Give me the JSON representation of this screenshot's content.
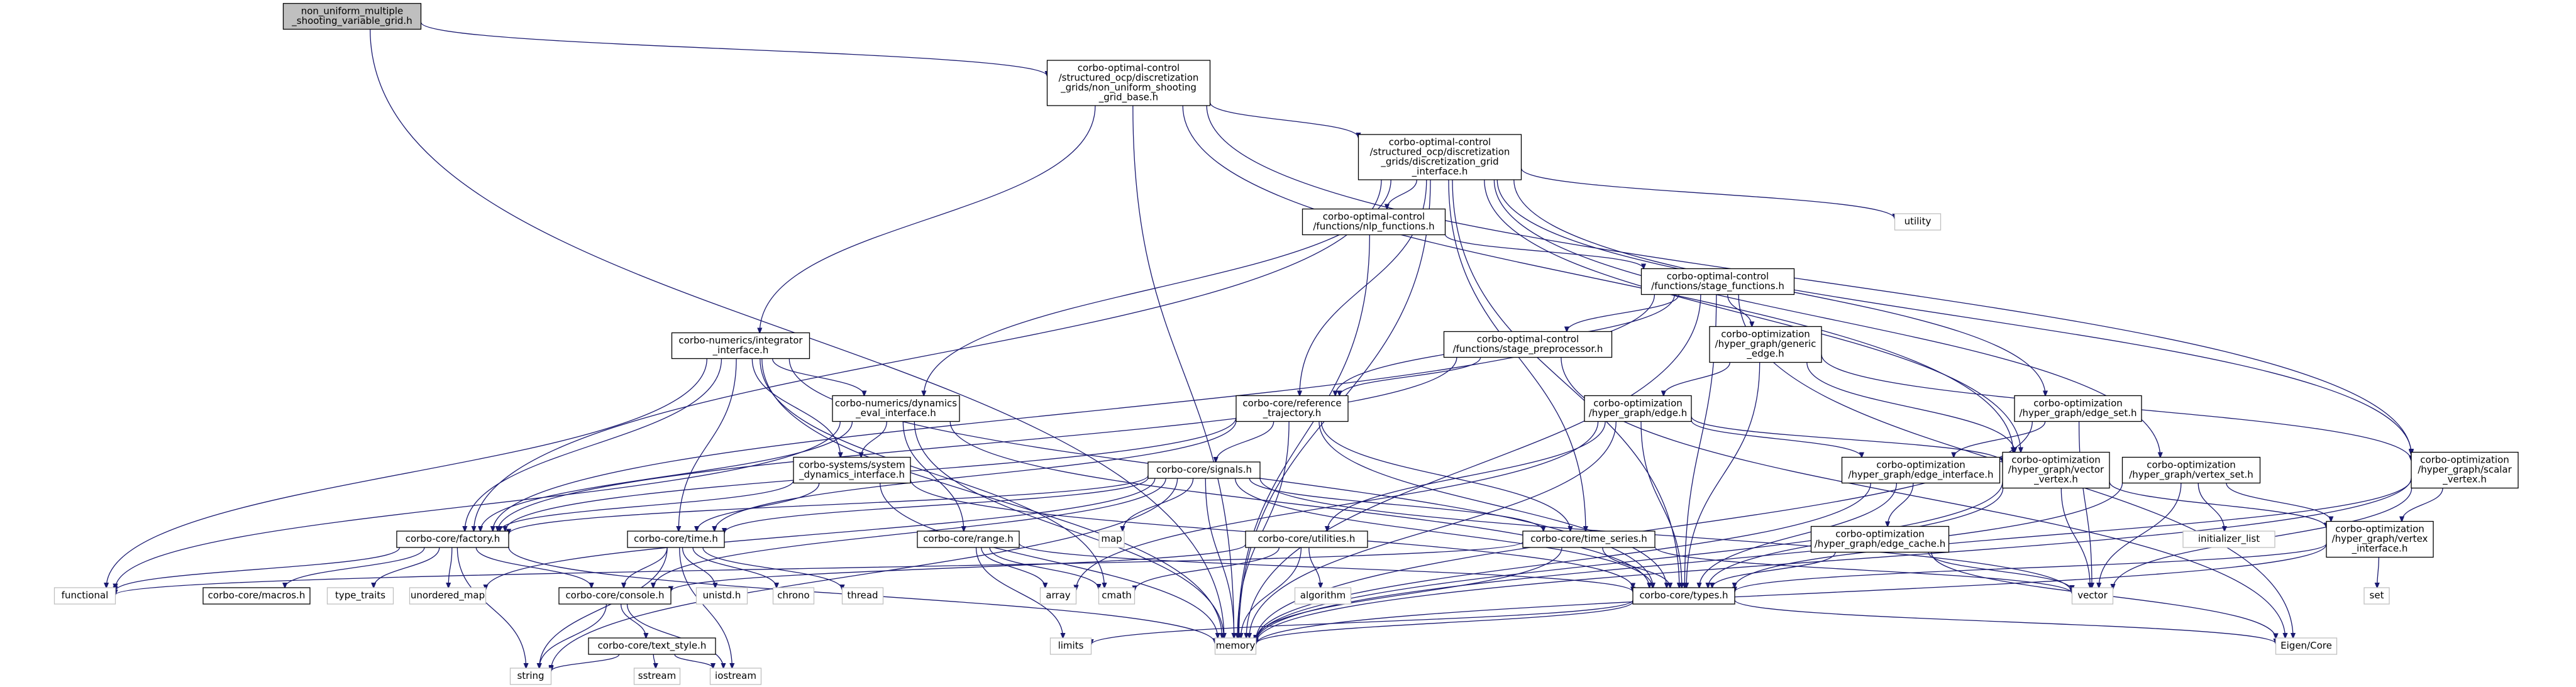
{
  "graph": {
    "nodes": [
      {
        "id": "root",
        "lines": [
          "non_uniform_multiple",
          "_shooting_variable_grid.h"
        ],
        "kind": "root"
      },
      {
        "id": "base",
        "lines": [
          "corbo-optimal-control",
          "/structured_ocp/discretization",
          "_grids/non_uniform_shooting",
          "_grid_base.h"
        ],
        "kind": "file"
      },
      {
        "id": "gridif",
        "lines": [
          "corbo-optimal-control",
          "/structured_ocp/discretization",
          "_grids/discretization_grid",
          "_interface.h"
        ],
        "kind": "file"
      },
      {
        "id": "nlp",
        "lines": [
          "corbo-optimal-control",
          "/functions/nlp_functions.h"
        ],
        "kind": "file"
      },
      {
        "id": "utility",
        "lines": [
          "utility"
        ],
        "kind": "system"
      },
      {
        "id": "stagefn",
        "lines": [
          "corbo-optimal-control",
          "/functions/stage_functions.h"
        ],
        "kind": "file"
      },
      {
        "id": "integ",
        "lines": [
          "corbo-numerics/integrator",
          "_interface.h"
        ],
        "kind": "file"
      },
      {
        "id": "stagepre",
        "lines": [
          "corbo-optimal-control",
          "/functions/stage_preprocessor.h"
        ],
        "kind": "file"
      },
      {
        "id": "genedge",
        "lines": [
          "corbo-optimization",
          "/hyper_graph/generic",
          "_edge.h"
        ],
        "kind": "file"
      },
      {
        "id": "dyneval",
        "lines": [
          "corbo-numerics/dynamics",
          "_eval_interface.h"
        ],
        "kind": "file"
      },
      {
        "id": "reftraj",
        "lines": [
          "corbo-core/reference",
          "_trajectory.h"
        ],
        "kind": "file"
      },
      {
        "id": "edge",
        "lines": [
          "corbo-optimization",
          "/hyper_graph/edge.h"
        ],
        "kind": "file"
      },
      {
        "id": "edgeset",
        "lines": [
          "corbo-optimization",
          "/hyper_graph/edge_set.h"
        ],
        "kind": "file"
      },
      {
        "id": "sysdyn",
        "lines": [
          "corbo-systems/system",
          "_dynamics_interface.h"
        ],
        "kind": "file"
      },
      {
        "id": "signals",
        "lines": [
          "corbo-core/signals.h"
        ],
        "kind": "file"
      },
      {
        "id": "edgeif",
        "lines": [
          "corbo-optimization",
          "/hyper_graph/edge_interface.h"
        ],
        "kind": "file"
      },
      {
        "id": "vecvert",
        "lines": [
          "corbo-optimization",
          "/hyper_graph/vector",
          "_vertex.h"
        ],
        "kind": "file"
      },
      {
        "id": "vertset",
        "lines": [
          "corbo-optimization",
          "/hyper_graph/vertex_set.h"
        ],
        "kind": "file"
      },
      {
        "id": "scalvert",
        "lines": [
          "corbo-optimization",
          "/hyper_graph/scalar",
          "_vertex.h"
        ],
        "kind": "file"
      },
      {
        "id": "factory",
        "lines": [
          "corbo-core/factory.h"
        ],
        "kind": "file"
      },
      {
        "id": "time",
        "lines": [
          "corbo-core/time.h"
        ],
        "kind": "file"
      },
      {
        "id": "range",
        "lines": [
          "corbo-core/range.h"
        ],
        "kind": "file"
      },
      {
        "id": "map",
        "lines": [
          "map"
        ],
        "kind": "system"
      },
      {
        "id": "utilities",
        "lines": [
          "corbo-core/utilities.h"
        ],
        "kind": "file"
      },
      {
        "id": "tseries",
        "lines": [
          "corbo-core/time_series.h"
        ],
        "kind": "file"
      },
      {
        "id": "edgecache",
        "lines": [
          "corbo-optimization",
          "/hyper_graph/edge_cache.h"
        ],
        "kind": "file"
      },
      {
        "id": "initlist",
        "lines": [
          "initializer_list"
        ],
        "kind": "system"
      },
      {
        "id": "vertif",
        "lines": [
          "corbo-optimization",
          "/hyper_graph/vertex",
          "_interface.h"
        ],
        "kind": "file"
      },
      {
        "id": "functional",
        "lines": [
          "functional"
        ],
        "kind": "system"
      },
      {
        "id": "macros",
        "lines": [
          "corbo-core/macros.h"
        ],
        "kind": "file"
      },
      {
        "id": "typetraits",
        "lines": [
          "type_traits"
        ],
        "kind": "system"
      },
      {
        "id": "umap",
        "lines": [
          "unordered_map"
        ],
        "kind": "system"
      },
      {
        "id": "console",
        "lines": [
          "corbo-core/console.h"
        ],
        "kind": "file"
      },
      {
        "id": "unistd",
        "lines": [
          "unistd.h"
        ],
        "kind": "system"
      },
      {
        "id": "chrono",
        "lines": [
          "chrono"
        ],
        "kind": "system"
      },
      {
        "id": "thread",
        "lines": [
          "thread"
        ],
        "kind": "system"
      },
      {
        "id": "array",
        "lines": [
          "array"
        ],
        "kind": "system"
      },
      {
        "id": "cmath",
        "lines": [
          "cmath"
        ],
        "kind": "system"
      },
      {
        "id": "algorithm",
        "lines": [
          "algorithm"
        ],
        "kind": "system"
      },
      {
        "id": "types",
        "lines": [
          "corbo-core/types.h"
        ],
        "kind": "file"
      },
      {
        "id": "vector",
        "lines": [
          "vector"
        ],
        "kind": "system"
      },
      {
        "id": "set",
        "lines": [
          "set"
        ],
        "kind": "system"
      },
      {
        "id": "textstyle",
        "lines": [
          "corbo-core/text_style.h"
        ],
        "kind": "file"
      },
      {
        "id": "memory",
        "lines": [
          "memory"
        ],
        "kind": "system"
      },
      {
        "id": "limits",
        "lines": [
          "limits"
        ],
        "kind": "system"
      },
      {
        "id": "eigen",
        "lines": [
          "Eigen/Core"
        ],
        "kind": "system"
      },
      {
        "id": "string",
        "lines": [
          "string"
        ],
        "kind": "system"
      },
      {
        "id": "sstream",
        "lines": [
          "sstream"
        ],
        "kind": "system"
      },
      {
        "id": "iostream",
        "lines": [
          "iostream"
        ],
        "kind": "system"
      }
    ],
    "edges": [
      [
        "root",
        "base"
      ],
      [
        "root",
        "memory"
      ],
      [
        "base",
        "gridif"
      ],
      [
        "base",
        "integ"
      ],
      [
        "base",
        "memory"
      ],
      [
        "base",
        "vecvert"
      ],
      [
        "base",
        "scalvert"
      ],
      [
        "gridif",
        "nlp"
      ],
      [
        "gridif",
        "utility"
      ],
      [
        "gridif",
        "factory"
      ],
      [
        "gridif",
        "dyneval"
      ],
      [
        "gridif",
        "reftraj"
      ],
      [
        "gridif",
        "tseries"
      ],
      [
        "gridif",
        "types"
      ],
      [
        "gridif",
        "edgeset"
      ],
      [
        "gridif",
        "vertset"
      ],
      [
        "gridif",
        "vecvert"
      ],
      [
        "gridif",
        "scalvert"
      ],
      [
        "gridif",
        "memory"
      ],
      [
        "nlp",
        "stagefn"
      ],
      [
        "nlp",
        "memory"
      ],
      [
        "stagefn",
        "stagepre"
      ],
      [
        "stagefn",
        "genedge"
      ],
      [
        "stagefn",
        "factory"
      ],
      [
        "stagefn",
        "reftraj"
      ],
      [
        "stagefn",
        "types"
      ],
      [
        "stagefn",
        "memory"
      ],
      [
        "stagefn",
        "eigen"
      ],
      [
        "integ",
        "factory"
      ],
      [
        "integ",
        "dyneval"
      ],
      [
        "integ",
        "sysdyn"
      ],
      [
        "integ",
        "time"
      ],
      [
        "integ",
        "types"
      ],
      [
        "integ",
        "functional"
      ],
      [
        "integ",
        "memory"
      ],
      [
        "integ",
        "cmath"
      ],
      [
        "stagepre",
        "reftraj"
      ],
      [
        "stagepre",
        "factory"
      ],
      [
        "stagepre",
        "eigen"
      ],
      [
        "genedge",
        "edge"
      ],
      [
        "genedge",
        "vecvert"
      ],
      [
        "genedge",
        "scalvert"
      ],
      [
        "genedge",
        "types"
      ],
      [
        "dyneval",
        "sysdyn"
      ],
      [
        "dyneval",
        "range"
      ],
      [
        "dyneval",
        "types"
      ],
      [
        "dyneval",
        "factory"
      ],
      [
        "dyneval",
        "functional"
      ],
      [
        "dyneval",
        "memory"
      ],
      [
        "reftraj",
        "signals"
      ],
      [
        "reftraj",
        "tseries"
      ],
      [
        "reftraj",
        "types"
      ],
      [
        "reftraj",
        "factory"
      ],
      [
        "reftraj",
        "time"
      ],
      [
        "reftraj",
        "memory"
      ],
      [
        "edge",
        "edgeif"
      ],
      [
        "edge",
        "vecvert"
      ],
      [
        "edge",
        "utilities"
      ],
      [
        "edge",
        "types"
      ],
      [
        "edge",
        "array"
      ],
      [
        "edge",
        "memory"
      ],
      [
        "edgeset",
        "edgeif"
      ],
      [
        "edgeset",
        "vector"
      ],
      [
        "edgeset",
        "memory"
      ],
      [
        "sysdyn",
        "factory"
      ],
      [
        "sysdyn",
        "types"
      ],
      [
        "sysdyn",
        "time"
      ],
      [
        "sysdyn",
        "memory"
      ],
      [
        "signals",
        "factory"
      ],
      [
        "signals",
        "time"
      ],
      [
        "signals",
        "tseries"
      ],
      [
        "signals",
        "types"
      ],
      [
        "signals",
        "console"
      ],
      [
        "signals",
        "map"
      ],
      [
        "signals",
        "memory"
      ],
      [
        "signals",
        "vector"
      ],
      [
        "signals",
        "umap"
      ],
      [
        "signals",
        "string"
      ],
      [
        "edgeif",
        "edgecache"
      ],
      [
        "edgeif",
        "types"
      ],
      [
        "edgeif",
        "memory"
      ],
      [
        "vecvert",
        "vertif"
      ],
      [
        "vecvert",
        "types"
      ],
      [
        "vecvert",
        "vector"
      ],
      [
        "vecvert",
        "memory"
      ],
      [
        "vertset",
        "vertif"
      ],
      [
        "vertset",
        "initlist"
      ],
      [
        "vertset",
        "vector"
      ],
      [
        "vertset",
        "memory"
      ],
      [
        "scalvert",
        "vertif"
      ],
      [
        "scalvert",
        "types"
      ],
      [
        "scalvert",
        "vector"
      ],
      [
        "scalvert",
        "memory"
      ],
      [
        "factory",
        "console"
      ],
      [
        "factory",
        "macros"
      ],
      [
        "factory",
        "functional"
      ],
      [
        "factory",
        "typetraits"
      ],
      [
        "factory",
        "umap"
      ],
      [
        "factory",
        "memory"
      ],
      [
        "factory",
        "string"
      ],
      [
        "time",
        "console"
      ],
      [
        "time",
        "unistd"
      ],
      [
        "time",
        "chrono"
      ],
      [
        "time",
        "thread"
      ],
      [
        "time",
        "string"
      ],
      [
        "time",
        "iostream"
      ],
      [
        "range",
        "types"
      ],
      [
        "range",
        "array"
      ],
      [
        "range",
        "cmath"
      ],
      [
        "range",
        "limits"
      ],
      [
        "utilities",
        "algorithm"
      ],
      [
        "utilities",
        "memory"
      ],
      [
        "utilities",
        "cmath"
      ],
      [
        "utilities",
        "console"
      ],
      [
        "tseries",
        "types"
      ],
      [
        "tseries",
        "vector"
      ],
      [
        "tseries",
        "memory"
      ],
      [
        "tseries",
        "functional"
      ],
      [
        "edgecache",
        "types"
      ],
      [
        "edgecache",
        "vector"
      ],
      [
        "edgecache",
        "eigen"
      ],
      [
        "vertif",
        "types"
      ],
      [
        "vertif",
        "set"
      ],
      [
        "vertif",
        "memory"
      ],
      [
        "console",
        "textstyle"
      ],
      [
        "console",
        "iostream"
      ],
      [
        "console",
        "string"
      ],
      [
        "types",
        "eigen"
      ],
      [
        "types",
        "limits"
      ],
      [
        "types",
        "memory"
      ],
      [
        "textstyle",
        "sstream"
      ],
      [
        "textstyle",
        "string"
      ],
      [
        "textstyle",
        "iostream"
      ]
    ]
  }
}
